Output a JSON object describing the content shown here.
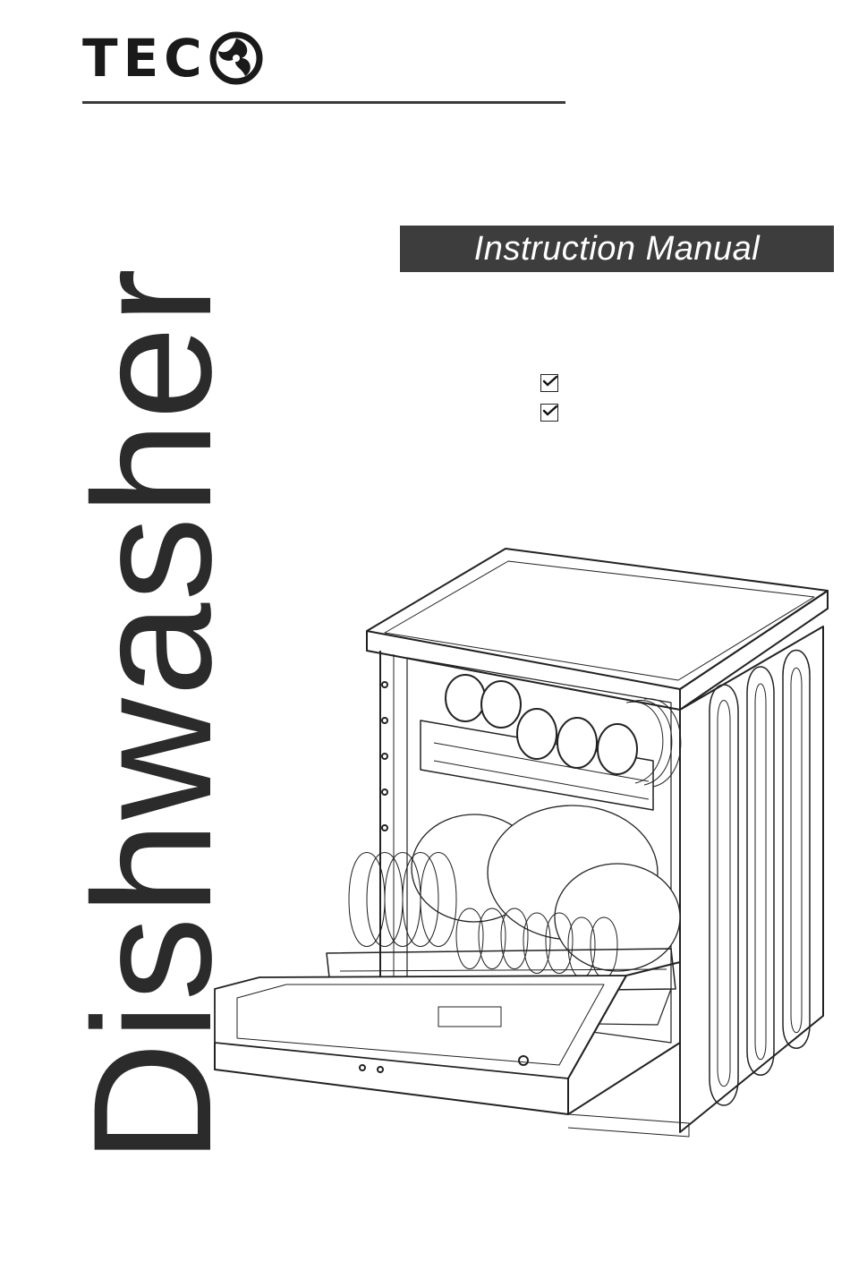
{
  "brand": {
    "name": "TEC",
    "logo_icon": "fan-swirl-icon"
  },
  "cover": {
    "product_title": "Dishwasher",
    "banner_text": "Instruction  Manual"
  },
  "checklist": [
    {
      "icon": "checkmark-icon",
      "checked": true
    },
    {
      "icon": "checkmark-icon",
      "checked": true
    }
  ],
  "illustration": {
    "icon": "dishwasher-line-drawing-icon"
  },
  "colors": {
    "banner_bg": "#3d3d3d",
    "text_dark": "#231f20",
    "rule": "#3a3a3a"
  }
}
